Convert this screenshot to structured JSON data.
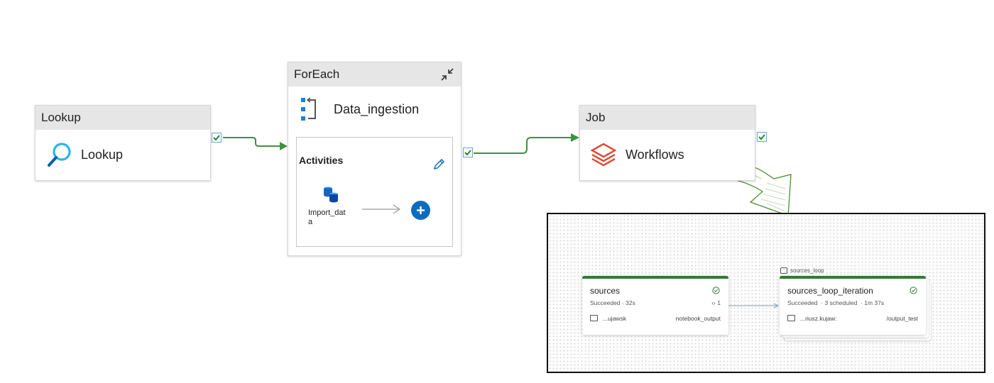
{
  "lookup": {
    "header": "Lookup",
    "label": "Lookup"
  },
  "foreach": {
    "header": "ForEach",
    "activity_name": "Data_ingestion",
    "inner": {
      "title": "Activities",
      "item_label": "Import_dat\na"
    }
  },
  "job": {
    "header": "Job",
    "label": "Workflows"
  },
  "workflow_panel": {
    "sources": {
      "title": "sources",
      "status": "Succeeded",
      "duration": "· 32s",
      "code_count": "1",
      "path": "...ujawsk",
      "output": "notebook_output"
    },
    "loop_tag": "sources_loop",
    "loop": {
      "title": "sources_loop_iteration",
      "status": "Succeeded",
      "scheduled": "· 3 scheduled",
      "duration": "· 1m 37s",
      "path": "...riusz.kujaw:",
      "output": "/output_test"
    }
  },
  "colors": {
    "success_green": "#3f9142",
    "accent_blue": "#0f6cbd",
    "databricks_red": "#e2412c",
    "lookup_cyan": "#29b6e8"
  }
}
